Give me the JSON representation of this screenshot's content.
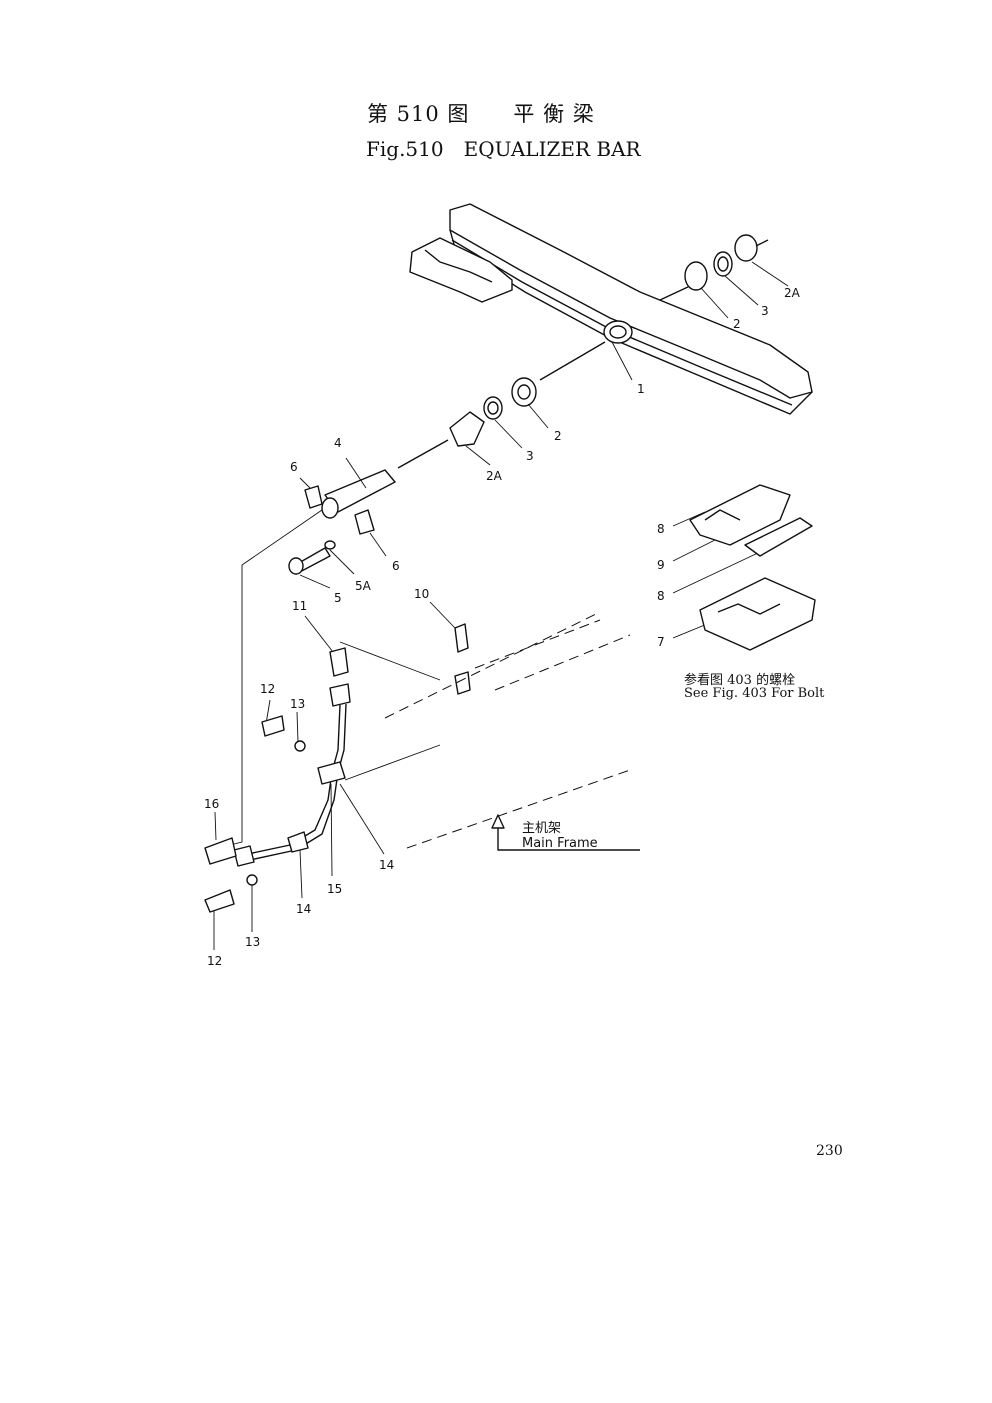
{
  "title": {
    "chinese": "第 510 图　　平 衡 梁",
    "english": "Fig.510　EQUALIZER BAR"
  },
  "callouts": [
    {
      "id": "c1",
      "label": "1"
    },
    {
      "id": "c2a",
      "label": "2"
    },
    {
      "id": "c3a",
      "label": "3"
    },
    {
      "id": "c2A_a",
      "label": "2A"
    },
    {
      "id": "c2b",
      "label": "2"
    },
    {
      "id": "c3b",
      "label": "3"
    },
    {
      "id": "c2A_b",
      "label": "2A"
    },
    {
      "id": "c4",
      "label": "4"
    },
    {
      "id": "c6a",
      "label": "6"
    },
    {
      "id": "c6b",
      "label": "6"
    },
    {
      "id": "c5",
      "label": "5"
    },
    {
      "id": "c5A",
      "label": "5A"
    },
    {
      "id": "c10",
      "label": "10"
    },
    {
      "id": "c11",
      "label": "11"
    },
    {
      "id": "c12a",
      "label": "12"
    },
    {
      "id": "c13a",
      "label": "13"
    },
    {
      "id": "c16",
      "label": "16"
    },
    {
      "id": "c14a",
      "label": "14"
    },
    {
      "id": "c15",
      "label": "15"
    },
    {
      "id": "c14b",
      "label": "14"
    },
    {
      "id": "c13b",
      "label": "13"
    },
    {
      "id": "c12b",
      "label": "12"
    },
    {
      "id": "c8a",
      "label": "8"
    },
    {
      "id": "c9",
      "label": "9"
    },
    {
      "id": "c8b",
      "label": "8"
    },
    {
      "id": "c7",
      "label": "7"
    }
  ],
  "bolt_note": {
    "chinese": "参看图 403 的螺栓",
    "english": "See Fig. 403 For Bolt"
  },
  "main_frame": {
    "chinese": "主机架",
    "english": "Main Frame"
  },
  "page_number": "230"
}
